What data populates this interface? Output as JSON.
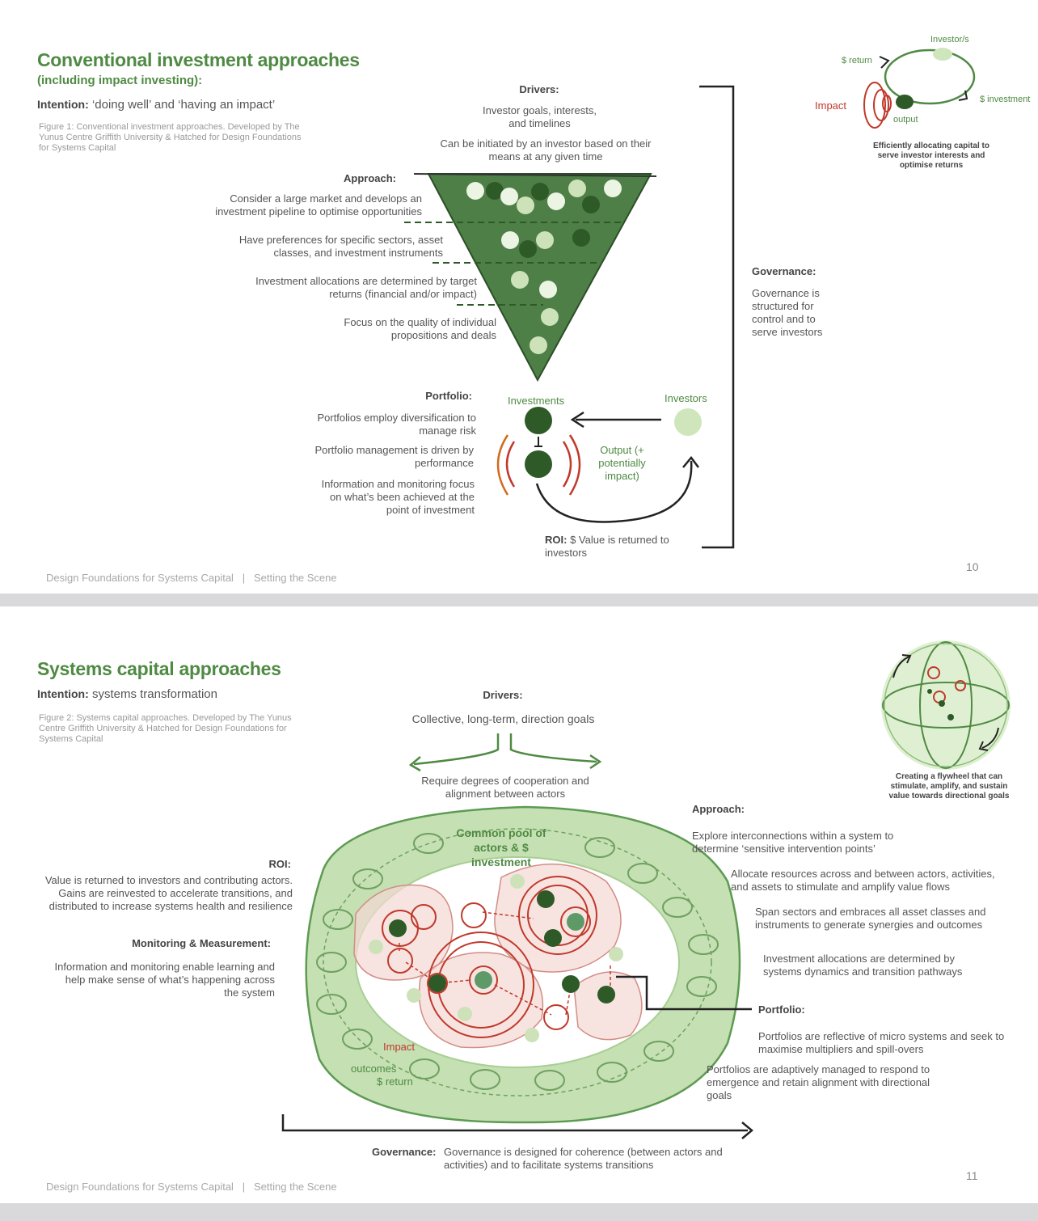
{
  "slide1": {
    "title": "Conventional investment approaches",
    "subtitle": "(including impact investing):",
    "intention_label": "Intention:",
    "intention_text": "‘doing well’ and ‘having an impact’",
    "figure_caption": "Figure 1: Conventional investment approaches. Developed by The Yunus Centre Griffith University & Hatched for Design Foundations for Systems Capital",
    "drivers": {
      "heading": "Drivers:",
      "line1": "Investor goals, interests, and timelines",
      "line2": "Can be initiated by an investor based on their means at any given time"
    },
    "approach": {
      "heading": "Approach:",
      "items": [
        "Consider a large market and develops an investment pipeline to optimise opportunities",
        "Have preferences for specific sectors, asset classes, and investment instruments",
        "Investment allocations are determined by target returns (financial and/or impact)",
        "Focus on the quality of individual propositions and deals"
      ]
    },
    "portfolio": {
      "heading": "Portfolio:",
      "items": [
        "Portfolios employ diversification to manage risk",
        "Portfolio management is driven by performance",
        "Information and monitoring focus on what’s been achieved at the point of investment"
      ]
    },
    "diagram": {
      "investments": "Investments",
      "investors": "Investors",
      "output": "Output (+ potentially impact)"
    },
    "roi": {
      "label": "ROI:",
      "text": "$ Value is returned to investors"
    },
    "governance": {
      "heading": "Governance:",
      "text": "Governance is structured for control and to serve investors"
    },
    "mini": {
      "investors": "Investor/s",
      "return": "$ return",
      "investment": "$ investment",
      "impact": "Impact",
      "output": "output",
      "caption": "Efficiently allocating capital to serve investor interests and optimise returns"
    },
    "footer": "Design Foundations for Systems Capital   |   Setting the Scene",
    "page_number": "10"
  },
  "slide2": {
    "title": "Systems capital approaches",
    "intention_label": "Intention:",
    "intention_text": "systems transformation",
    "figure_caption": "Figure 2: Systems capital approaches. Developed by The Yunus Centre Griffith University & Hatched for Design Foundations for Systems Capital",
    "drivers": {
      "heading": "Drivers:",
      "line1": "Collective, long-term, direction goals",
      "line2": "Require degrees of cooperation and alignment between actors"
    },
    "roi": {
      "heading": "ROI:",
      "text": "Value is returned to investors and contributing actors. Gains are reinvested to accelerate transitions, and distributed to increase systems health and resilience"
    },
    "monitoring": {
      "heading": "Monitoring & Measurement:",
      "text": "Information and monitoring enable learning and help make sense of what’s happening across the system"
    },
    "approach": {
      "heading": "Approach:",
      "items": [
        "Explore interconnections within a system to determine ‘sensitive intervention points’",
        "Allocate resources across and between actors, activities, and assets to stimulate and amplify value flows",
        "Span sectors and embraces all asset classes and instruments to generate synergies and outcomes",
        "Investment allocations are determined by systems dynamics and transition pathways"
      ]
    },
    "portfolio": {
      "heading": "Portfolio:",
      "items": [
        "Portfolios are reflective of micro systems and seek to maximise multipliers and spill-overs",
        "Portfolios are adaptively managed to respond to emergence and retain alignment with directional goals"
      ]
    },
    "diagram": {
      "pool": "Common pool of actors & $ investment",
      "impact": "Impact",
      "outcomes": "outcomes",
      "return": "$ return"
    },
    "governance": {
      "label": "Governance:",
      "text": "Governance is designed for coherence (between actors and activities) and to facilitate systems transitions"
    },
    "mini_caption": "Creating a flywheel that can stimulate, amplify, and sustain value towards directional goals",
    "footer": "Design Foundations for Systems Capital   |   Setting the Scene",
    "page_number": "11"
  }
}
